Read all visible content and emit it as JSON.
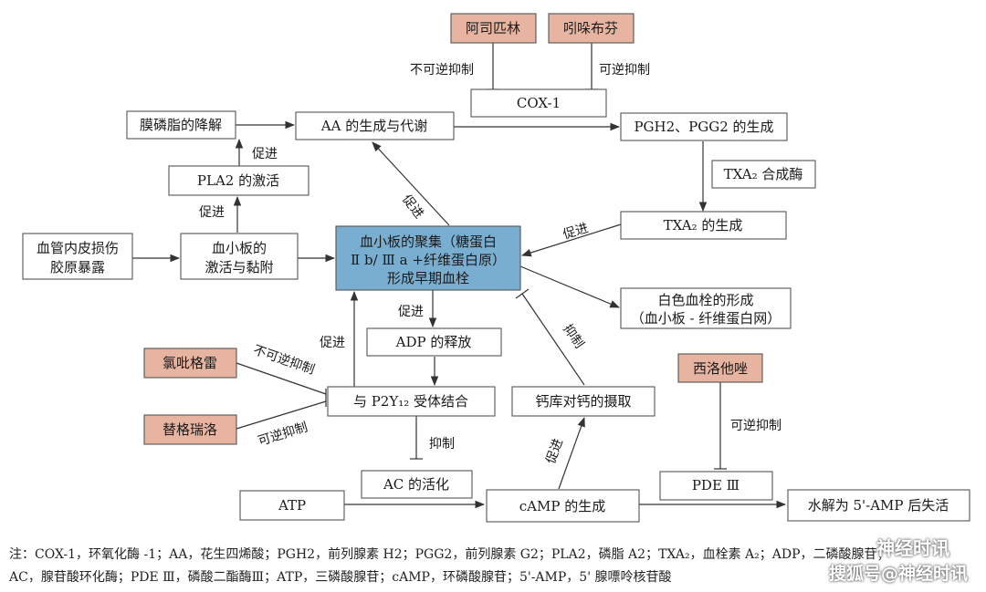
{
  "nodes": {
    "aspirin": "阿司匹林",
    "indomethacin": "吲哚布芬",
    "cox1": "COX-1",
    "membrane": "膜磷脂的降解",
    "aa": "AA 的生成与代谢",
    "pgh2": "PGH2、PGG2 的生成",
    "txa2_synthase": "TXA₂ 合成酶",
    "txa2": "TXA₂ 的生成",
    "pla2": "PLA2 的激活",
    "endothelium": [
      "血管内皮损伤",
      "胶原暴露"
    ],
    "platelet_activation": [
      "血小板的",
      "激活与黏附"
    ],
    "center": [
      "血小板的聚集（糖蛋白",
      "Ⅱ b/ Ⅲ a +纤维蛋白原）",
      "形成早期血栓"
    ],
    "white_thrombus": [
      "白色血栓的形成",
      "（血小板 - 纤维蛋白网）"
    ],
    "adp": "ADP 的释放",
    "clopidogrel": "氯吡格雷",
    "ticagrelor": "替格瑞洛",
    "p2y12": "与 P2Y₁₂ 受体结合",
    "calcium": "钙库对钙的摄取",
    "cilostazol": "西洛他唑",
    "ac": "AC 的活化",
    "pde3": "PDE Ⅲ",
    "atp": "ATP",
    "camp": "cAMP 的生成",
    "hydrolysis": "水解为 5'-AMP 后失活"
  },
  "labels": {
    "irreversible": "不可逆抑制",
    "reversible": "可逆抑制",
    "promote": "促进",
    "inhibit": "抑制"
  },
  "footnote": {
    "line1": "注：COX-1，环氧化酶 -1；AA，花生四烯酸；PGH2，前列腺素 H2；PGG2，前列腺素 G2；PLA2，磷脂 A2；TXA₂，血栓素 A₂；ADP，二磷酸腺苷；",
    "line2": "AC，腺苷酸环化酶；PDE Ⅲ，磷酸二酯酶Ⅲ；ATP，三磷酸腺苷；cAMP，环磷酸腺苷；5'-AMP，5' 腺嘌呤核苷酸"
  },
  "watermark": {
    "line1": "神经时讯",
    "line2": "搜狐号@神经时讯"
  },
  "colors": {
    "drug_fill": "#e6b4a0",
    "center_fill": "#7aaed0"
  }
}
